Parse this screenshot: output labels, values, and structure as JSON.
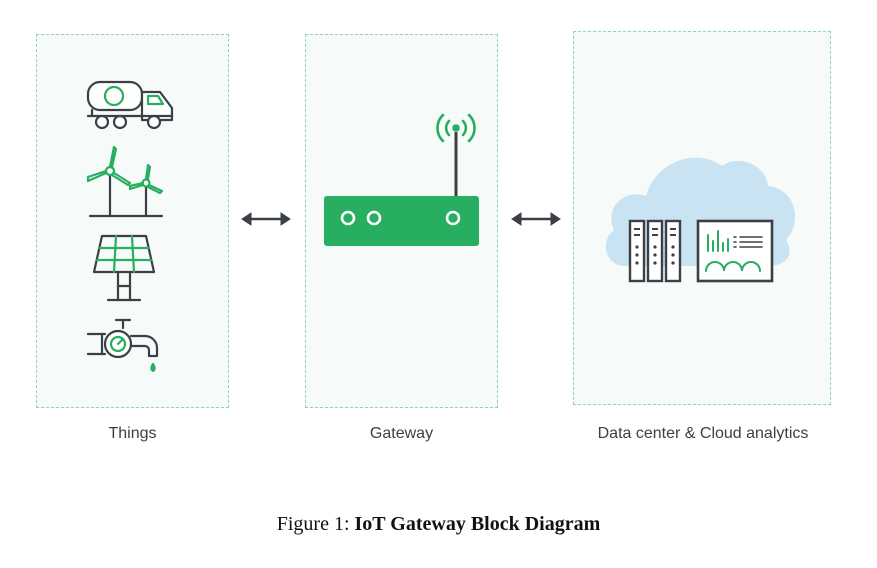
{
  "diagram": {
    "panels": [
      {
        "label": "Things"
      },
      {
        "label": "Gateway"
      },
      {
        "label": "Data center & Cloud analytics"
      }
    ],
    "icons": {
      "things": [
        "tanker-truck-icon",
        "wind-turbines-icon",
        "solar-panel-icon",
        "water-tap-meter-icon"
      ],
      "gateway": [
        "wireless-router-icon"
      ],
      "cloud": [
        "cloud-icon",
        "server-rack-icon",
        "analytics-monitor-icon"
      ]
    },
    "arrows": [
      "bidirectional-arrow-icon",
      "bidirectional-arrow-icon"
    ],
    "colors": {
      "accent_green": "#27ae60",
      "dark": "#3b4046",
      "cloud_blue": "#c9e3f2",
      "panel_border": "#8fd3b6",
      "panel_fill": "#f6fbf9"
    }
  },
  "caption": {
    "prefix": "Figure 1: ",
    "title": "IoT Gateway Block Diagram"
  }
}
